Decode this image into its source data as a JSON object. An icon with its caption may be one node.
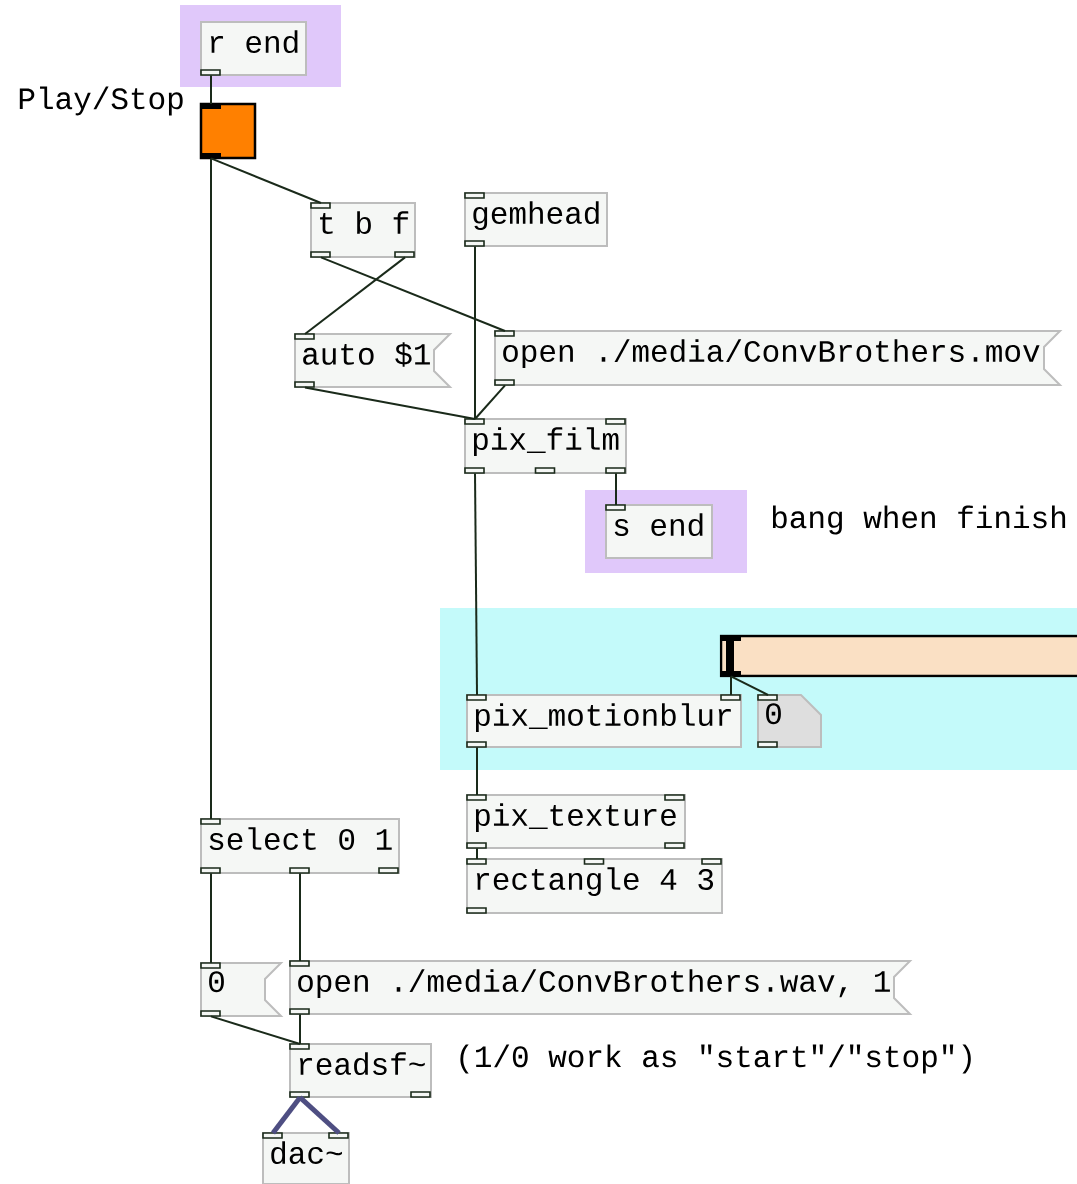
{
  "diagram": {
    "nodes": [
      {
        "text": [],
        "shape": "box"
      },
      {
        "text": [
          "r end"
        ],
        "in": 0
      },
      {
        "text": [],
        "shape": "box",
        "beside": [
          "Play/Stop"
        ]
      },
      {
        "text": [
          "t b f"
        ]
      },
      {
        "text": [
          "gemhead"
        ]
      },
      {
        "text": [
          "auto $1"
        ]
      },
      {
        "text": [
          "open ./media/ConvBrothers.mov"
        ]
      },
      {
        "text": [
          "pix_film"
        ]
      },
      {
        "text": [],
        "shape": "box"
      },
      {
        "text": [
          "s end"
        ],
        "in": 8
      },
      {
        "text": [],
        "shape": "box"
      },
      {
        "text": [],
        "shape": "bar",
        "in": 10
      },
      {
        "text": [
          "pix_motionblur"
        ],
        "in": 10
      },
      {
        "text": [
          "0"
        ],
        "in": 10
      },
      {
        "text": [
          "pix_texture"
        ]
      },
      {
        "text": [
          "rectangle 4 3"
        ]
      },
      {
        "text": [
          "select 0 1"
        ]
      },
      {
        "text": [
          "0"
        ]
      },
      {
        "text": [
          "open ./media/ConvBrothers.wav, 1"
        ]
      },
      {
        "text": [
          "readsf~"
        ]
      },
      {
        "text": [
          "dac~"
        ]
      }
    ],
    "edges": [
      {
        "from": 1,
        "to": 2,
        "arrow": "none"
      },
      {
        "from": 2,
        "to": 3,
        "arrow": "none"
      },
      {
        "from": 2,
        "to": 16,
        "arrow": "none"
      },
      {
        "from": 3,
        "to": 6,
        "arrow": "none"
      },
      {
        "from": 3,
        "to": 5,
        "arrow": "none"
      },
      {
        "from": 4,
        "to": 7,
        "arrow": "none"
      },
      {
        "from": 5,
        "to": 7,
        "arrow": "none"
      },
      {
        "from": 6,
        "to": 7,
        "arrow": "none"
      },
      {
        "from": 7,
        "to": 9,
        "arrow": "none"
      },
      {
        "from": 7,
        "to": 12,
        "arrow": "none"
      },
      {
        "from": 11,
        "to": 12,
        "arrow": "none"
      },
      {
        "from": 11,
        "to": 13,
        "arrow": "none"
      },
      {
        "from": 12,
        "to": 14,
        "arrow": "none"
      },
      {
        "from": 14,
        "to": 15,
        "arrow": "none"
      },
      {
        "from": 16,
        "to": 17,
        "arrow": "none"
      },
      {
        "from": 16,
        "to": 18,
        "arrow": "none"
      },
      {
        "from": 17,
        "to": 19,
        "arrow": "none"
      },
      {
        "from": 18,
        "to": 19,
        "arrow": "none"
      },
      {
        "from": 19,
        "to": 20,
        "arrow": "none",
        "style": "thick",
        "color": "#4e4e82"
      },
      {
        "from": 19,
        "to": 20,
        "arrow": "none",
        "style": "thick",
        "color": "#4e4e82"
      }
    ],
    "labels": [
      "bang when finish",
      "(1/0 work as \"start\"/\"stop\")"
    ]
  }
}
